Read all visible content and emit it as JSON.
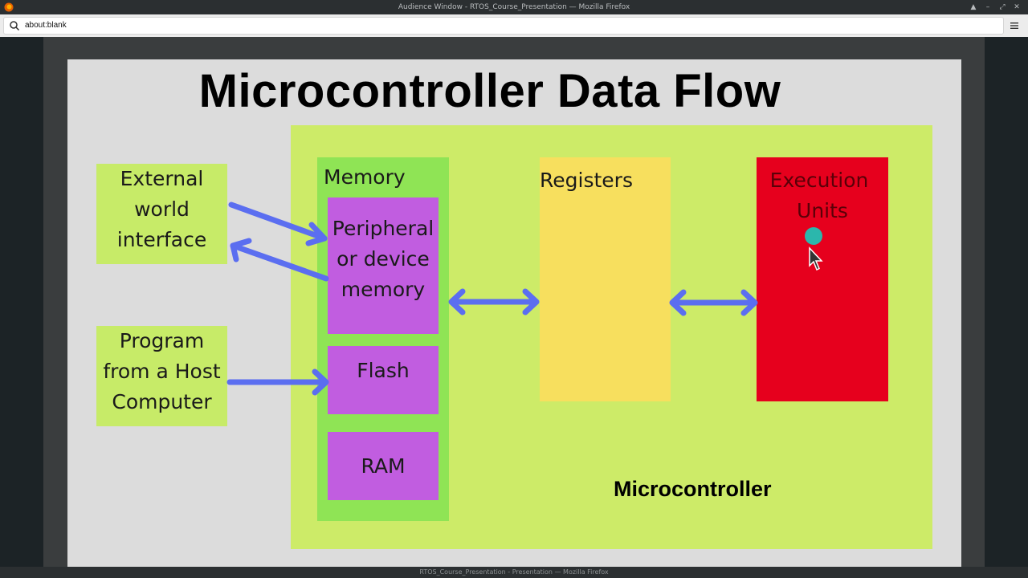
{
  "window": {
    "title": "Audience Window - RTOS_Course_Presentation — Mozilla Firefox",
    "bottom_title": "RTOS_Course_Presentation - Presentation — Mozilla Firefox"
  },
  "urlbar": {
    "value": "about:blank"
  },
  "slide": {
    "title": "Microcontroller Data Flow",
    "external": [
      "External",
      "world",
      "interface"
    ],
    "program": [
      "Program",
      "from a Host",
      "Computer"
    ],
    "memory": "Memory",
    "peripheral": [
      "Peripheral",
      "or device",
      "memory"
    ],
    "flash": "Flash",
    "ram": "RAM",
    "registers": "Registers",
    "execution": [
      "Execution",
      "Units"
    ],
    "microcontroller": "Microcontroller"
  },
  "colors": {
    "microcontroller_area": "#cdeb68",
    "memory": "#8fe455",
    "memory_blocks": "#c15de0",
    "registers": "#f7df5e",
    "execution": "#e6001d",
    "arrows": "#5b6ef0",
    "pointer_dot": "#2bb7ac"
  },
  "icons": [
    "firefox-icon",
    "search-icon",
    "menu-icon",
    "cursor-icon"
  ]
}
